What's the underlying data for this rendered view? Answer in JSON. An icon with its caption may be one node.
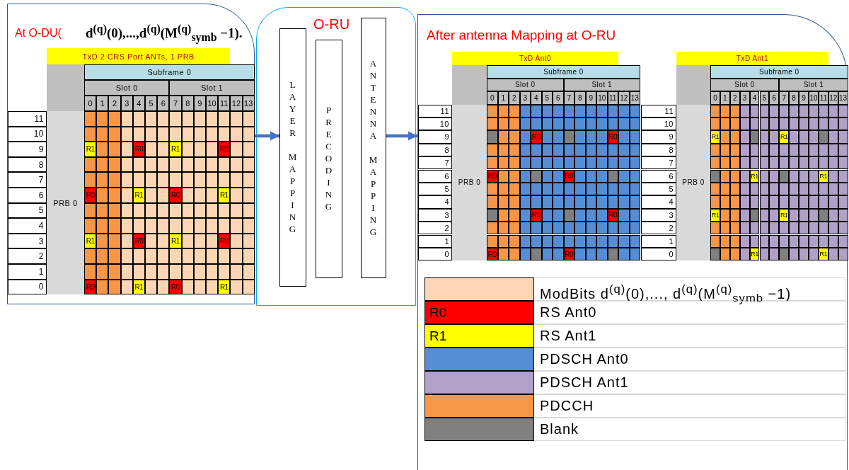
{
  "diagram": {
    "nodes": [
      {
        "text": [
          "At O-DU(",
          "d$^{(q)}$(0),...,d$^{(q)}$(M$^{(q)}$$_{symb}$ −1)."
        ]
      },
      {
        "text": [
          "O-RU"
        ]
      },
      {
        "text": [
          "LAYER MAPPING"
        ],
        "in": 1
      },
      {
        "text": [
          "PRECODING"
        ],
        "in": 1
      },
      {
        "text": [
          "ANTENNA MAPPING"
        ],
        "in": 1
      },
      {
        "text": [
          "After antenna Mapping at O-RU"
        ]
      }
    ],
    "edges": [
      {
        "from": 0,
        "to": 2,
        "arrow": "to"
      },
      {
        "from": 4,
        "to": 5,
        "arrow": "to"
      }
    ],
    "labels": [
      "TxD 2 CRS Port ANTs, 1 PRB",
      "Subframe 0",
      "Slot 0",
      "Slot 1",
      "0",
      "1",
      "2",
      "3",
      "4",
      "5",
      "6",
      "7",
      "8",
      "9",
      "10",
      "11",
      "12",
      "13",
      "PRB 0",
      "11",
      "10",
      "9",
      "R1",
      "R0",
      "R1",
      "R0",
      "8",
      "7",
      "6",
      "R0",
      "R1",
      "R0",
      "R1",
      "5",
      "4",
      "3",
      "R1",
      "R0",
      "R1",
      "R0",
      "2",
      "1",
      "0",
      "R0",
      "R1",
      "R0",
      "R1",
      "TxD Ant0",
      "Subframe 0",
      "Slot 0",
      "Slot 1",
      "0",
      "1",
      "2",
      "3",
      "4",
      "5",
      "6",
      "7",
      "8",
      "9",
      "10",
      "11",
      "12",
      "13",
      "PRB 0",
      "11",
      "10",
      "9",
      "R0",
      "R0",
      "8",
      "7",
      "6",
      "R0",
      "R0",
      "5",
      "4",
      "3",
      "R0",
      "R0",
      "2",
      "1",
      "0",
      "R0",
      "R0",
      "TxD Ant1",
      "Subframe 0",
      "Slot 0",
      "Slot 1",
      "0",
      "1",
      "2",
      "3",
      "4",
      "5",
      "6",
      "7",
      "8",
      "9",
      "10",
      "11",
      "12",
      "13",
      "PRB 0",
      "11",
      "10",
      "9",
      "R1",
      "R1",
      "8",
      "7",
      "6",
      "R1",
      "R1",
      "5",
      "4",
      "3",
      "R1",
      "R1",
      "2",
      "1",
      "0",
      "R1",
      "R1",
      "R0",
      "R1"
    ],
    "legend": [
      {
        "text": "ModBits d$^{(q)}$(0),..., d$^{(q)}$(M$^{(q)}$$_{symb}$ −1)",
        "color": "#fcd5b4"
      },
      {
        "text": "RS Ant0",
        "color": "#ff0000"
      },
      {
        "text": "RS Ant1",
        "color": "#ffff00"
      },
      {
        "text": "PDSCH Ant0",
        "color": "#558ed5"
      },
      {
        "text": "PDSCH Ant1",
        "color": "#b1a0c7"
      },
      {
        "text": "PDCCH",
        "color": "#f79646"
      },
      {
        "text": "Blank",
        "color": "#808080"
      }
    ]
  }
}
